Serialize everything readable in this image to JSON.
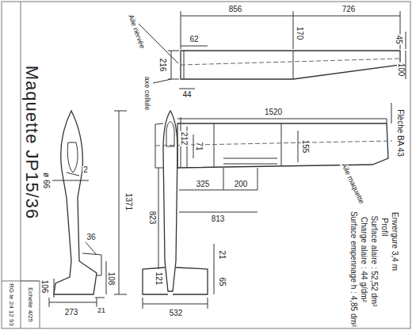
{
  "diagram": {
    "title": "Maquette JP15/36",
    "labels": [
      "Aile nervée",
      "62",
      "856",
      "170",
      "726",
      "45",
      "216",
      "100",
      "44",
      "axe cellule",
      "1520",
      "Flèche BA 43",
      "212",
      "71",
      "155",
      "Aile maquette",
      "325",
      "200",
      "813",
      "823",
      "1371",
      "ø 66",
      "2",
      "36",
      "108",
      "106",
      "273",
      "21",
      "532",
      "21",
      "65",
      "121",
      "Envergure 3,4 m",
      "Profil",
      "Surface alaire : 52,52 dm²",
      "Charge alaire : 44 g/dm²",
      "Surface empennage h : 4,85 dm²",
      "Echelle 4/25",
      "RG le 24 12 93"
    ]
  }
}
